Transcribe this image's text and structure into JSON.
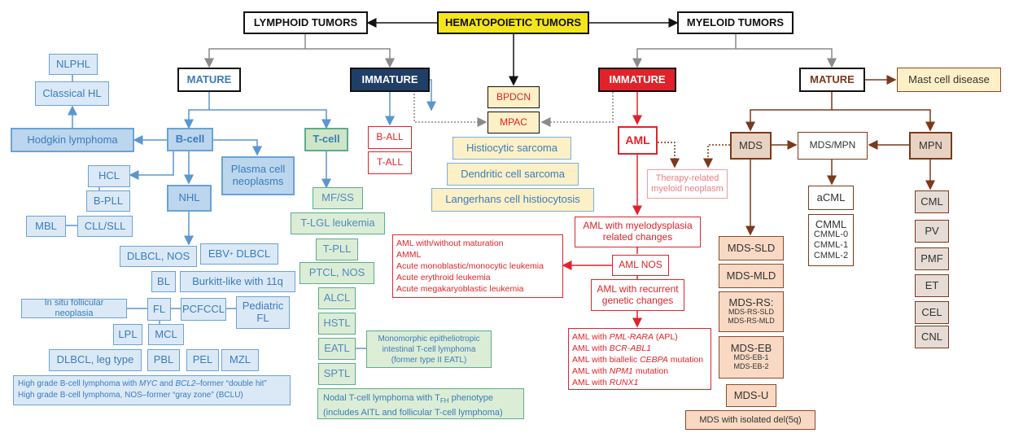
{
  "top": {
    "main": "HEMATOPOIETIC TUMORS",
    "lymphoid": "LYMPHOID TUMORS",
    "myeloid": "MYELOID TUMORS"
  },
  "lymphoid": {
    "mature": "MATURE",
    "immature": "IMMATURE",
    "hl": [
      "NLPHL",
      "Classical HL"
    ],
    "hodgkin": "Hodgkin lymphoma",
    "bcell": "B-cell",
    "plasma": "Plasma cell neoplasms",
    "hcl": "HCL",
    "bpll": "B-PLL",
    "nhl": "NHL",
    "mbl": "MBL",
    "cllsll": "CLL/SLL",
    "dlbcl_nos": "DLBCL, NOS",
    "ebv": {
      "pre": "EBV",
      "sup": "+",
      "post": " DLBCL"
    },
    "bl": "BL",
    "burkitt": "Burkitt-like with 11q",
    "insitu": "In situ follicular neoplasia",
    "fl": "FL",
    "pcfccl": "PCFCCL",
    "pediatric": "Pediatric FL",
    "lpl": "LPL",
    "mcl": "MCL",
    "dlbcl_leg": "DLBCL, leg type",
    "pbl": "PBL",
    "pel": "PEL",
    "mzl": "MZL",
    "hgbl": {
      "line1": {
        "pre": "High grade B-cell lymphoma with ",
        "i1": "MYC",
        "mid": " and ",
        "i2": "BCL2",
        "post": "–former “double hit”"
      },
      "line2": "High grade B-cell lymphoma, NOS–former “gray zone” (BCLU)"
    },
    "tcell": "T-cell",
    "tcells": [
      "MF/SS",
      "T-LGL leukemia",
      "T-PLL",
      "PTCL, NOS",
      "ALCL",
      "HSTL",
      "EATL",
      "SPTL"
    ],
    "meitl": "Monomorphic epitheliotropic intestinal T-cell lymphoma (former type II EATL)",
    "nodal": {
      "pre": "Nodal T-cell lymphoma with T",
      "sub": "FH",
      "post": " phenotype",
      "line2": "(includes AITL and follicular T-cell lymphoma)"
    },
    "ball": "B-ALL",
    "tall": "T-ALL"
  },
  "middle": {
    "bpdcn": "BPDCN",
    "mpac": "MPAC",
    "others": [
      "Histiocytic sarcoma",
      "Dendritic cell sarcoma",
      "Langerhans cell histiocytosis"
    ]
  },
  "myeloid": {
    "immature": "IMMATURE",
    "aml": "AML",
    "therapy": "Therapy-related myeloid neoplasm",
    "aml_mdrc": "AML with myelodysplasia related changes",
    "aml_nos": "AML NOS",
    "nos_list": [
      "AML with/without maturation",
      "AMML",
      "Acute monoblastic/monocytic leukemia",
      "Acute erythroid leukemia",
      "Acute megakaryoblastic leukemia"
    ],
    "aml_rga": "AML with recurrent genetic changes",
    "rga": [
      {
        "pre": "AML with ",
        "it": "PML-RARA",
        "post": " (APL)"
      },
      {
        "pre": "AML with ",
        "it": "BCR-ABL1",
        "post": ""
      },
      {
        "pre": "AML with biallelic ",
        "it": "CEBPA",
        "post": " mutation"
      },
      {
        "pre": "AML with ",
        "it": "NPM1",
        "post": " mutation"
      },
      {
        "pre": "AML with ",
        "it": "RUNX1",
        "post": ""
      }
    ],
    "mature": "MATURE",
    "mast": "Mast cell disease",
    "mds": "MDS",
    "mdsmpn": "MDS/MPN",
    "mpn": "MPN",
    "acml": "aCML",
    "cmml": {
      "title": "CMML",
      "items": [
        "CMML-0",
        "CMML-1",
        "CMML-2"
      ]
    },
    "mds_sld": "MDS-SLD",
    "mds_mld": "MDS-MLD",
    "mds_rs": {
      "title": "MDS-RS:",
      "items": [
        "MDS-RS-SLD",
        "MDS-RS-MLD"
      ]
    },
    "mds_eb": {
      "title": "MDS-EB",
      "items": [
        "MDS-EB-1",
        "MDS-EB-2"
      ]
    },
    "mds_u": "MDS-U",
    "mds_5q": "MDS with isolated del(5q)",
    "mpns": [
      "CML",
      "PV",
      "PMF",
      "ET",
      "CEL",
      "CNL"
    ]
  }
}
